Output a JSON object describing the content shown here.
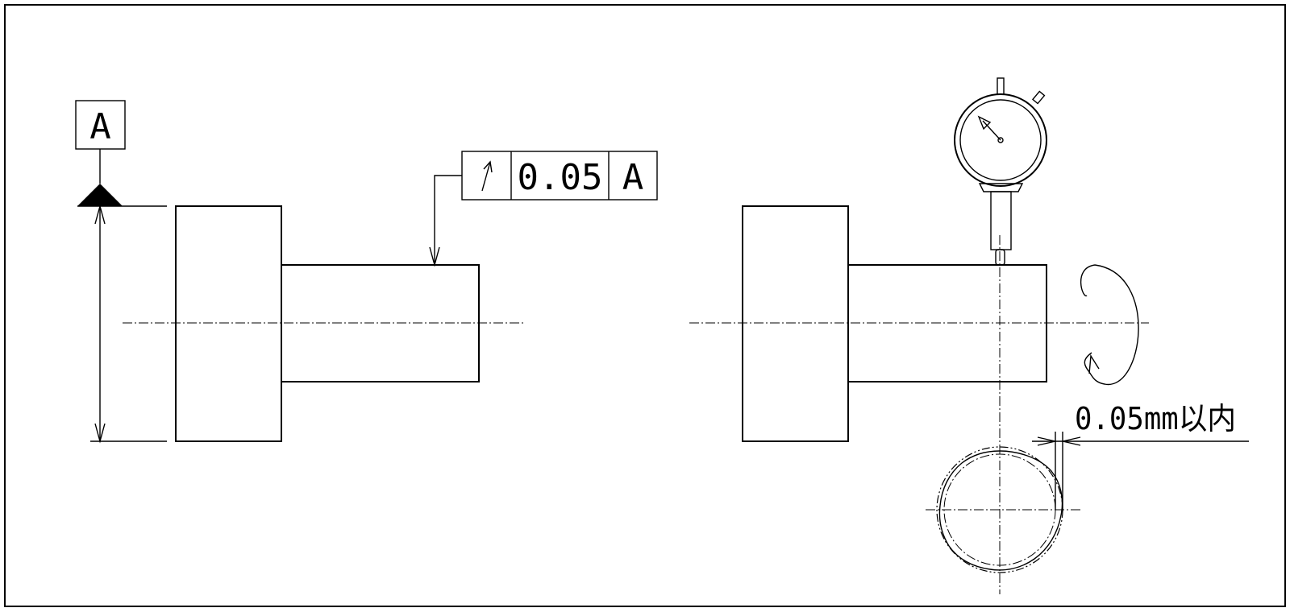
{
  "datum": {
    "letter": "A"
  },
  "feature_control_frame": {
    "symbol": "↗",
    "tolerance": "0.05",
    "datum_ref": "A"
  },
  "measurement": {
    "label": "0.05mm以内"
  }
}
